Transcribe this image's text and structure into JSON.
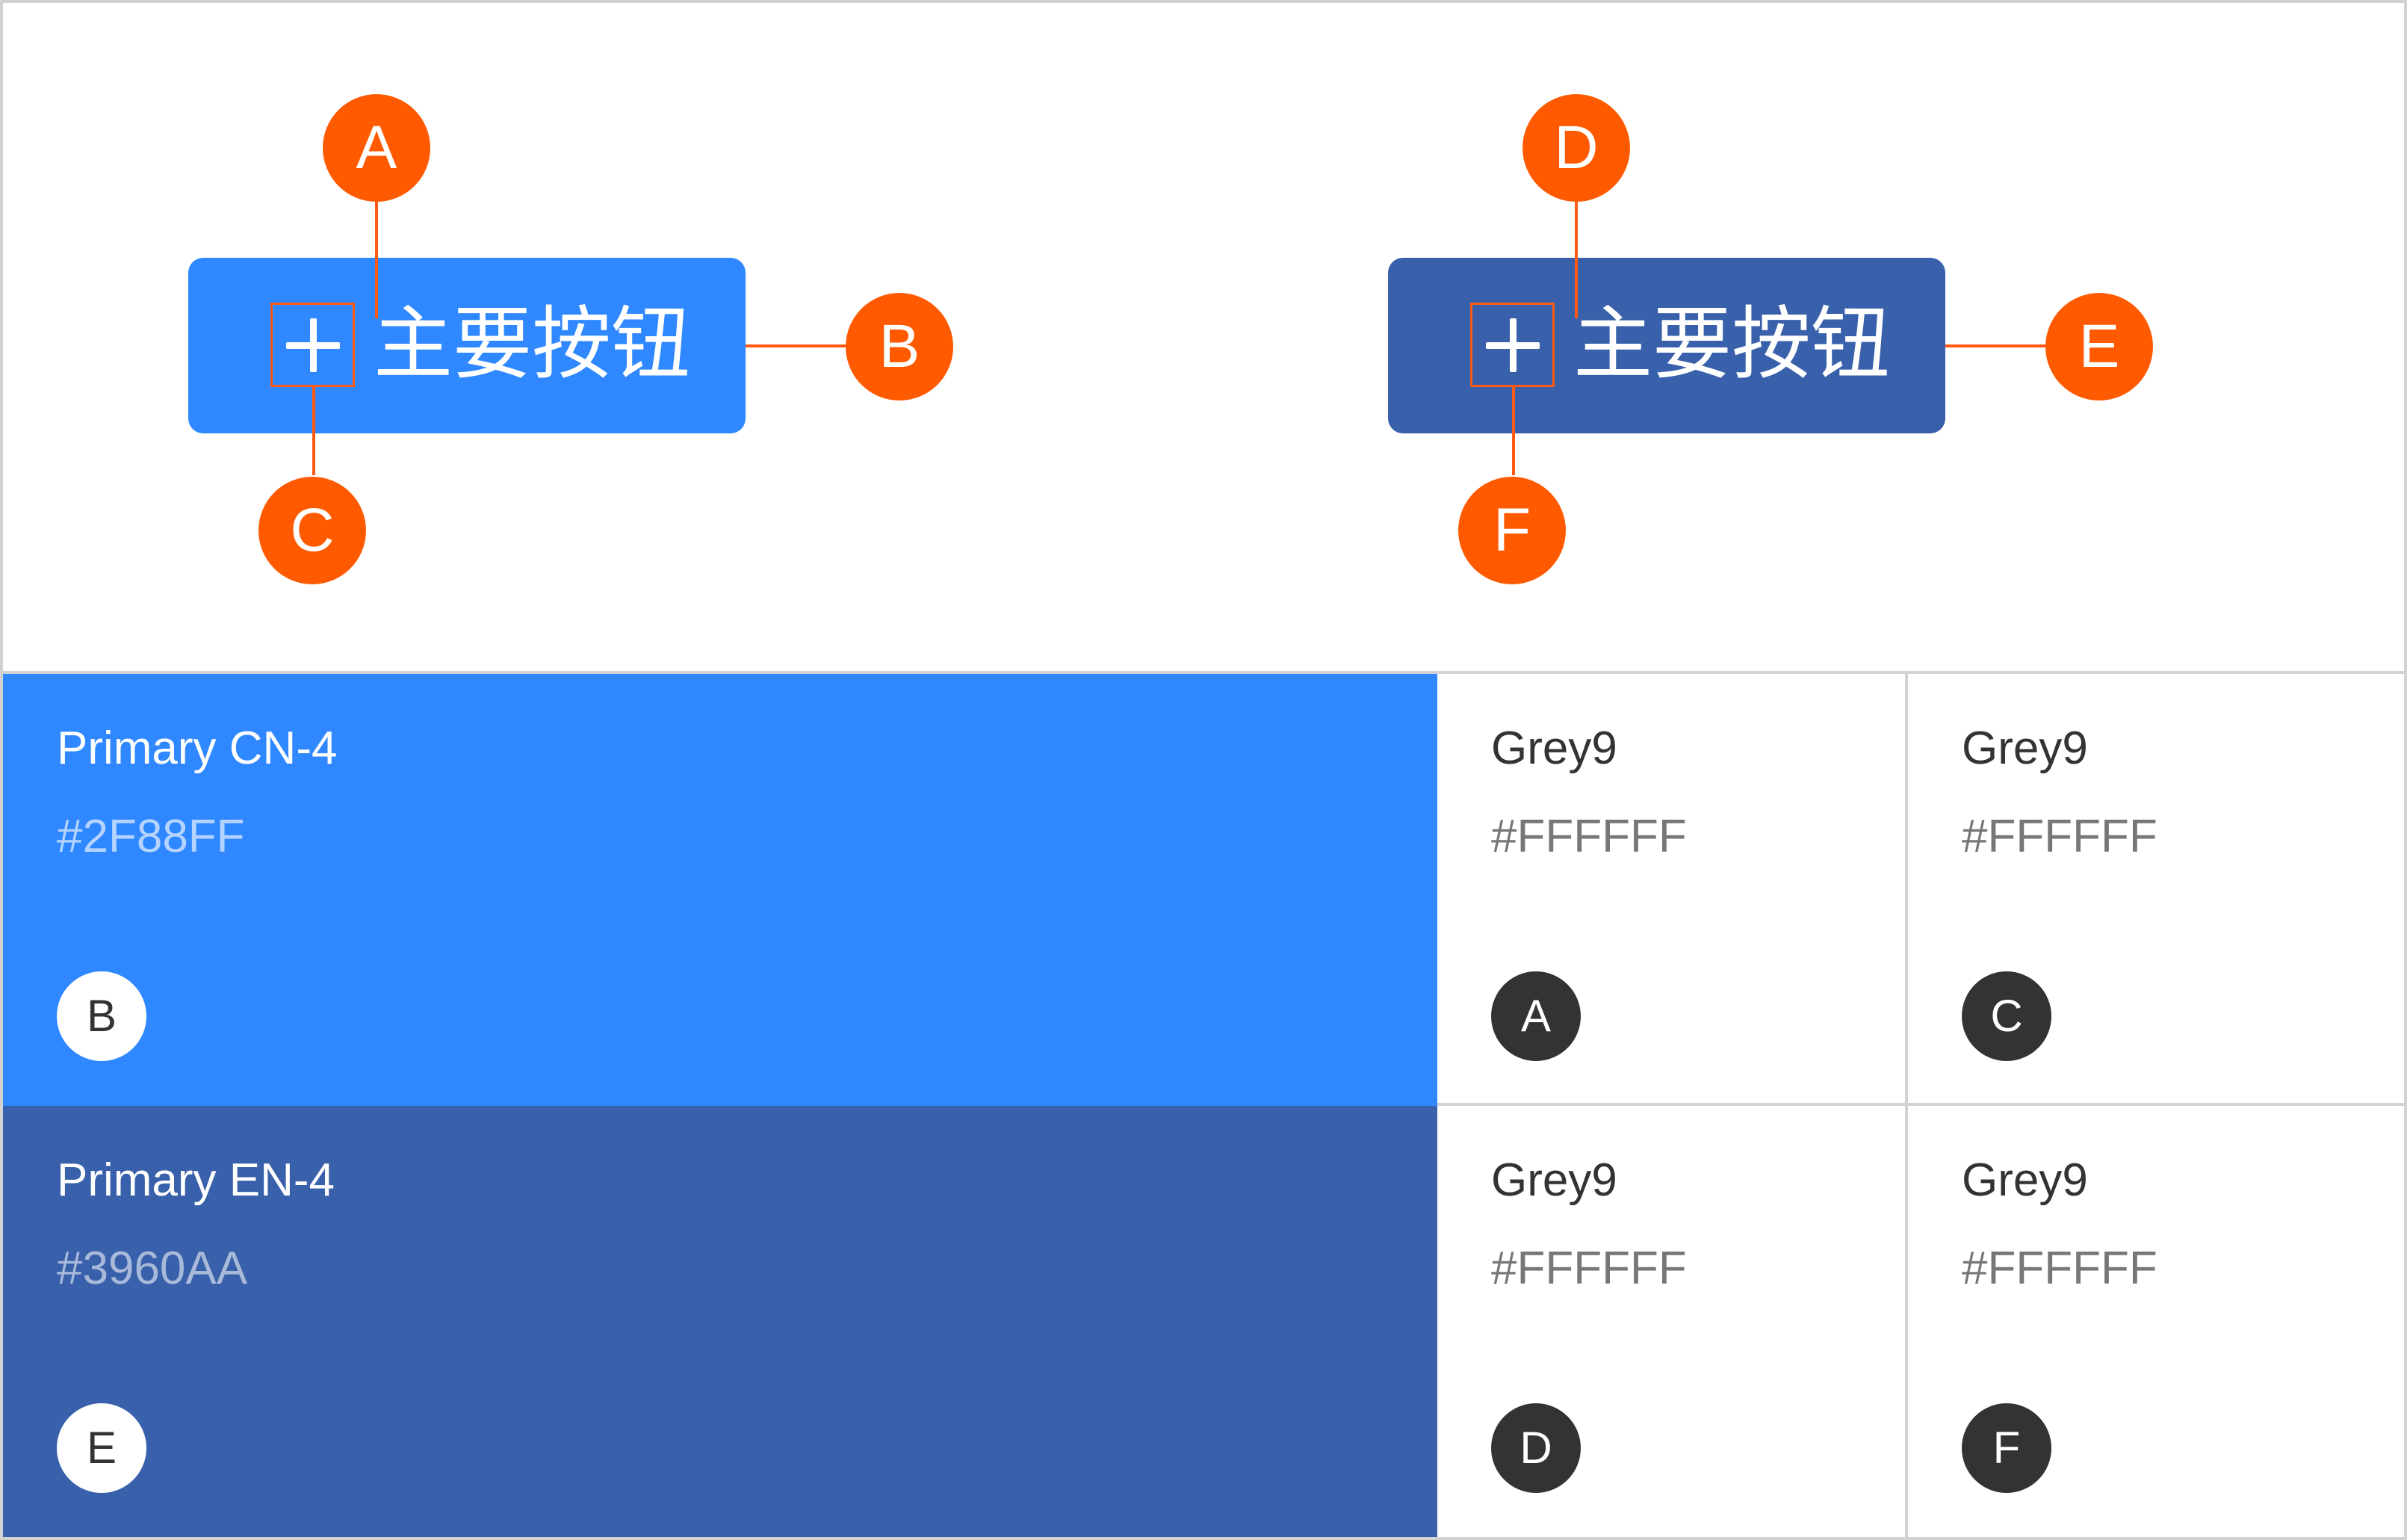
{
  "illustration": {
    "button_label": "主要按钮",
    "icon": "plus-icon",
    "left_button": {
      "color": "#2F88FF",
      "callouts": {
        "text": "A",
        "container": "B",
        "icon": "C"
      }
    },
    "right_button": {
      "color": "#3960AA",
      "callouts": {
        "text": "D",
        "container": "E",
        "icon": "F"
      }
    },
    "callout_color": "#FF5A00"
  },
  "swatches": {
    "primary_cn": {
      "name": "Primary CN-4",
      "hex": "#2F88FF",
      "badge": "B"
    },
    "grey_a": {
      "name": "Grey9",
      "hex": "#FFFFFF",
      "badge": "A"
    },
    "grey_c": {
      "name": "Grey9",
      "hex": "#FFFFFF",
      "badge": "C"
    },
    "primary_en": {
      "name": "Primary EN-4",
      "hex": "#3960AA",
      "badge": "E"
    },
    "grey_d": {
      "name": "Grey9",
      "hex": "#FFFFFF",
      "badge": "D"
    },
    "grey_f": {
      "name": "Grey9",
      "hex": "#FFFFFF",
      "badge": "F"
    }
  }
}
